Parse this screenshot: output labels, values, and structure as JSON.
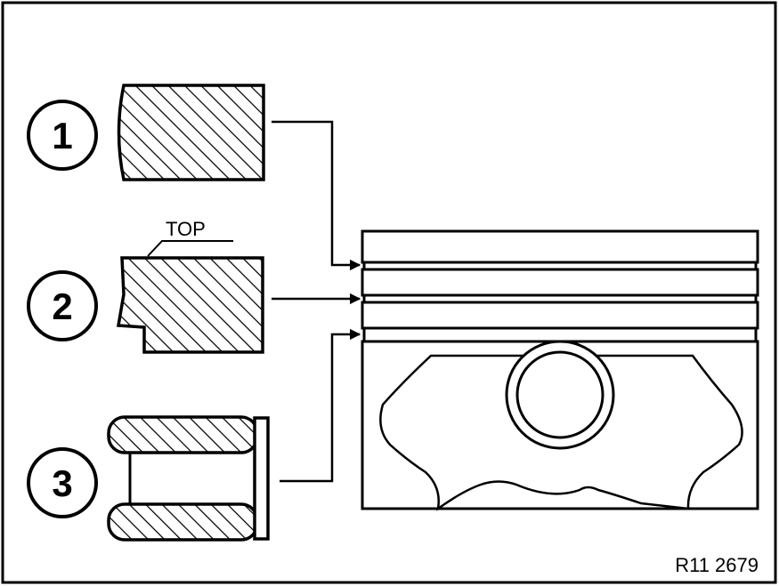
{
  "figure": {
    "reference": "R11 2679",
    "top_mark": "TOP",
    "callouts": [
      {
        "number": "1"
      },
      {
        "number": "2"
      },
      {
        "number": "3"
      }
    ]
  }
}
